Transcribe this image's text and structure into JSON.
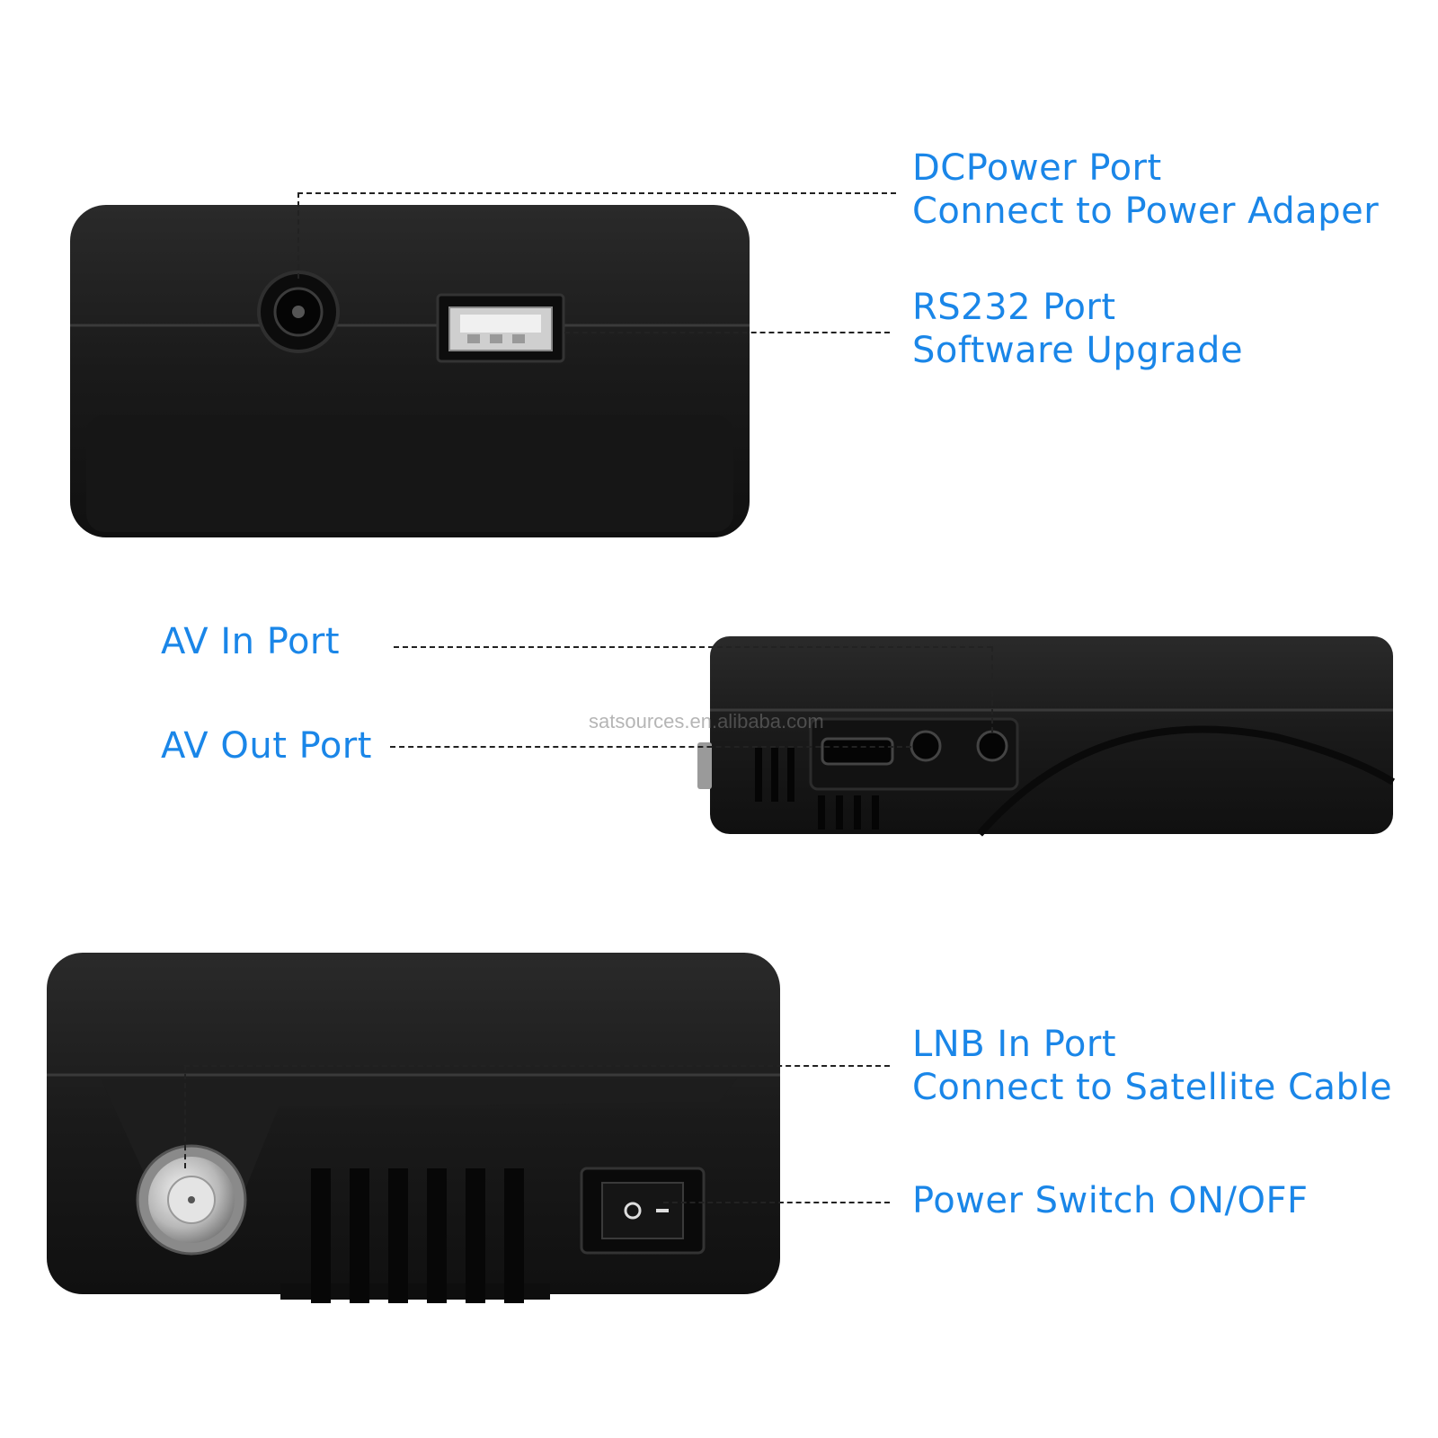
{
  "colors": {
    "label": "#1a86e8",
    "device_body": "#1c1c1c",
    "background": "#ffffff"
  },
  "callouts": {
    "dc_power": {
      "line1": "DCPower Port",
      "line2": "Connect to Power Adaper"
    },
    "rs232": {
      "line1": "RS232 Port",
      "line2": "Software Upgrade"
    },
    "av_in": {
      "line1": "AV In Port"
    },
    "av_out": {
      "line1": "AV Out Port"
    },
    "lnb_in": {
      "line1": "LNB In Port",
      "line2": "Connect to Satellite Cable"
    },
    "power_switch": {
      "line1": "Power Switch ON/OFF"
    }
  },
  "watermark": "satsources.en.alibaba.com"
}
